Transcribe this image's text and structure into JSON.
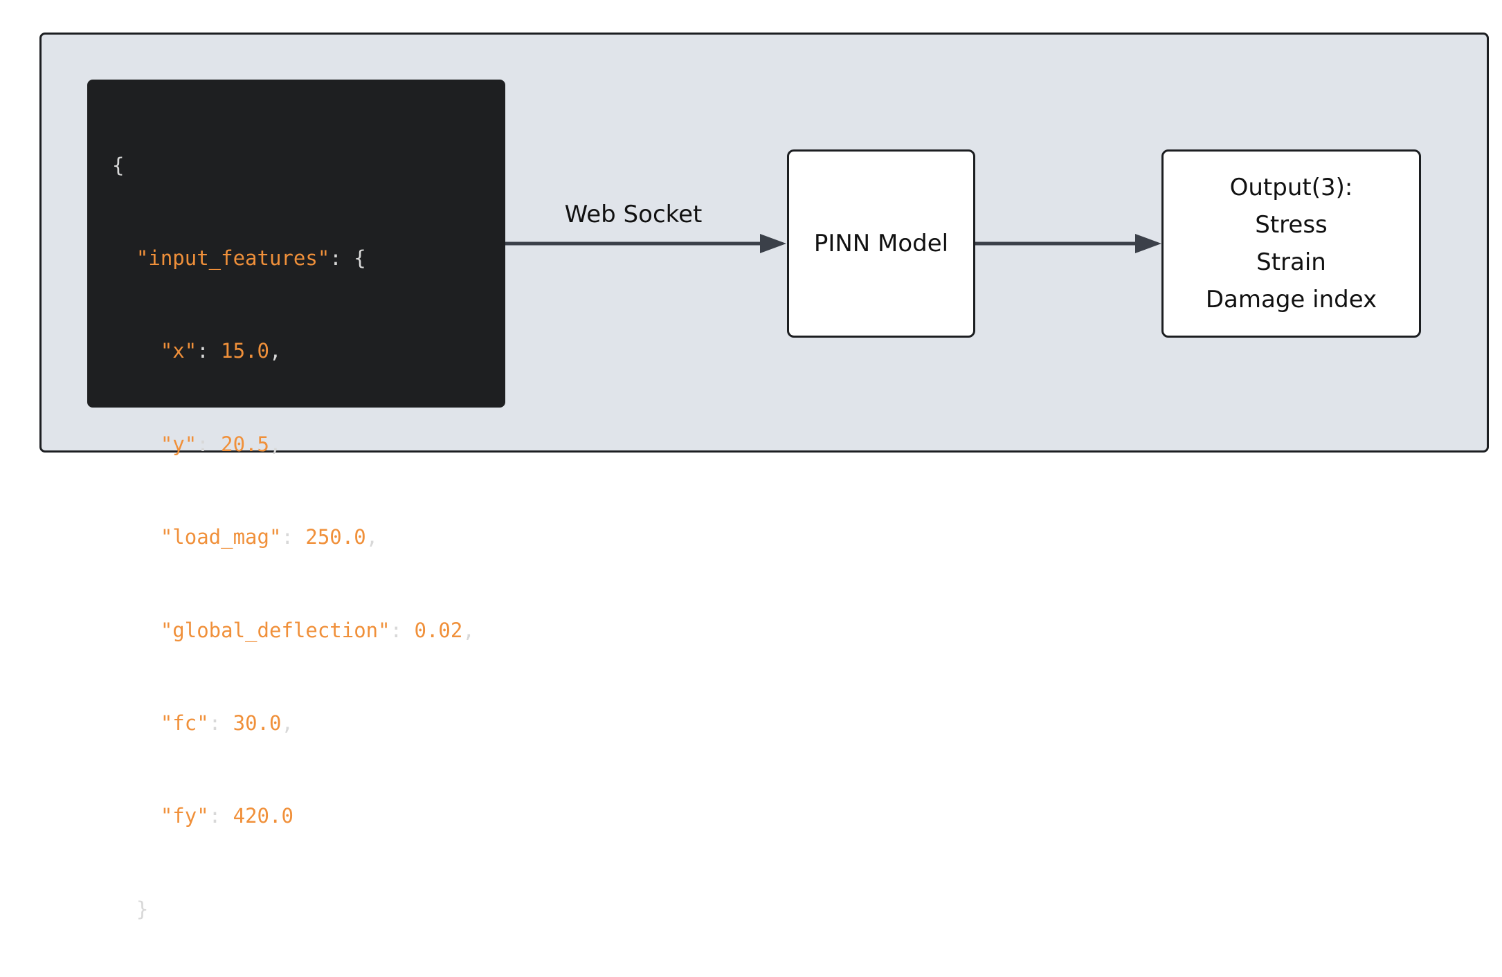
{
  "code_block": {
    "open_brace": "{",
    "input_key": "\"input_features\"",
    "input_open": "{",
    "features": [
      {
        "key": "\"x\"",
        "value": "15.0",
        "trail": ","
      },
      {
        "key": "\"y\"",
        "value": "20.5",
        "trail": ","
      },
      {
        "key": "\"load_mag\"",
        "value": "250.0",
        "trail": ","
      },
      {
        "key": "\"global_deflection\"",
        "value": "0.02",
        "trail": ","
      },
      {
        "key": "\"fc\"",
        "value": "30.0",
        "trail": ","
      },
      {
        "key": "\"fy\"",
        "value": "420.0",
        "trail": ""
      }
    ],
    "input_close": "}",
    "close_brace": "}"
  },
  "edges": {
    "code_to_model_label": "Web Socket"
  },
  "nodes": {
    "model": "PINN Model",
    "output": {
      "title": "Output(3):",
      "items": [
        "Stress",
        "Strain",
        "Damage index"
      ]
    }
  },
  "colors": {
    "panel_bg": "#e0e4ea",
    "code_bg": "#1e1f21",
    "code_value": "#f0903a",
    "arrow": "#3b4049"
  }
}
